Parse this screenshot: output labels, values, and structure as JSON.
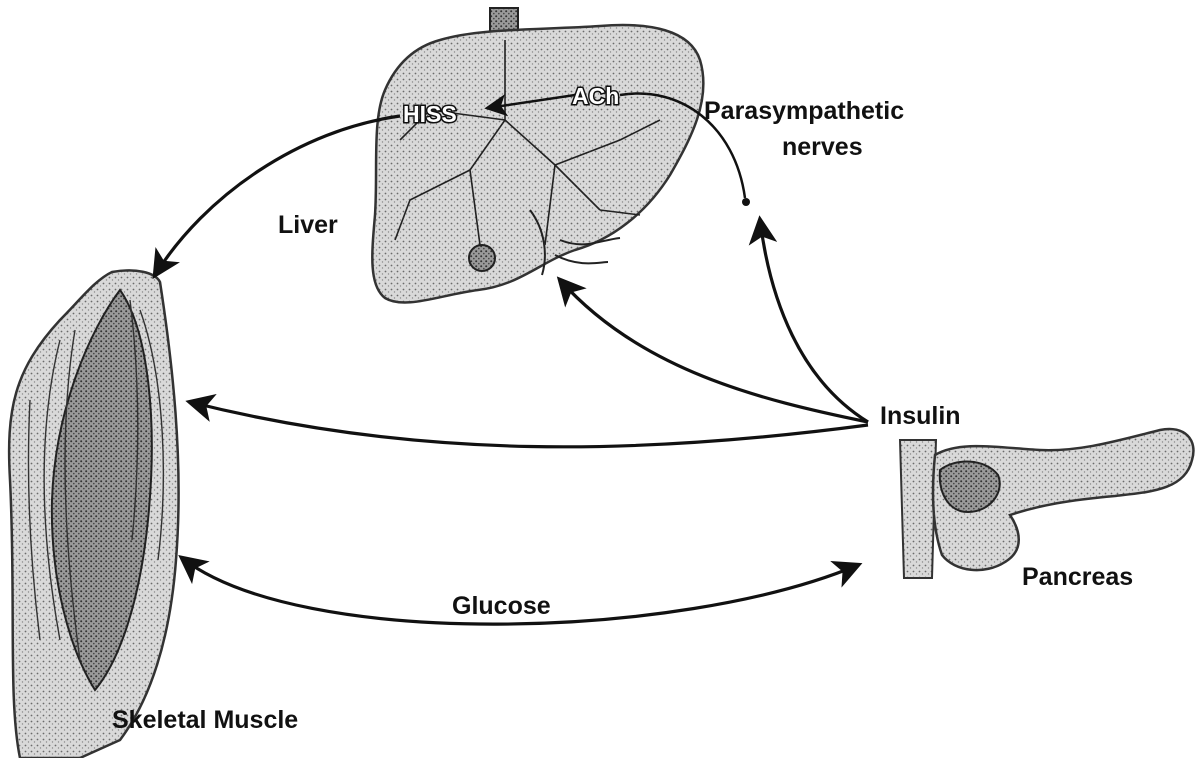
{
  "labels": {
    "liver": "Liver",
    "parasympathetic_line1": "Parasympathetic",
    "parasympathetic_line2": "nerves",
    "insulin": "Insulin",
    "pancreas": "Pancreas",
    "glucose": "Glucose",
    "skeletal_muscle": "Skeletal Muscle",
    "hiss": "HISS",
    "ach": "ACh"
  },
  "arrows": [
    {
      "from": "liver",
      "to": "skeletal-muscle",
      "label": "HISS"
    },
    {
      "from": "insulin",
      "to": "liver"
    },
    {
      "from": "insulin",
      "to": "parasympathetic-nerves"
    },
    {
      "from": "parasympathetic-nerves",
      "to": "liver",
      "label": "ACh"
    },
    {
      "from": "insulin",
      "to": "skeletal-muscle"
    },
    {
      "from": "pancreas",
      "to": "skeletal-muscle",
      "label": "Glucose",
      "bidirectional": true
    }
  ],
  "colors": {
    "ink": "#111111",
    "organ_fill": "#bdbdbd",
    "background": "#ffffff"
  }
}
